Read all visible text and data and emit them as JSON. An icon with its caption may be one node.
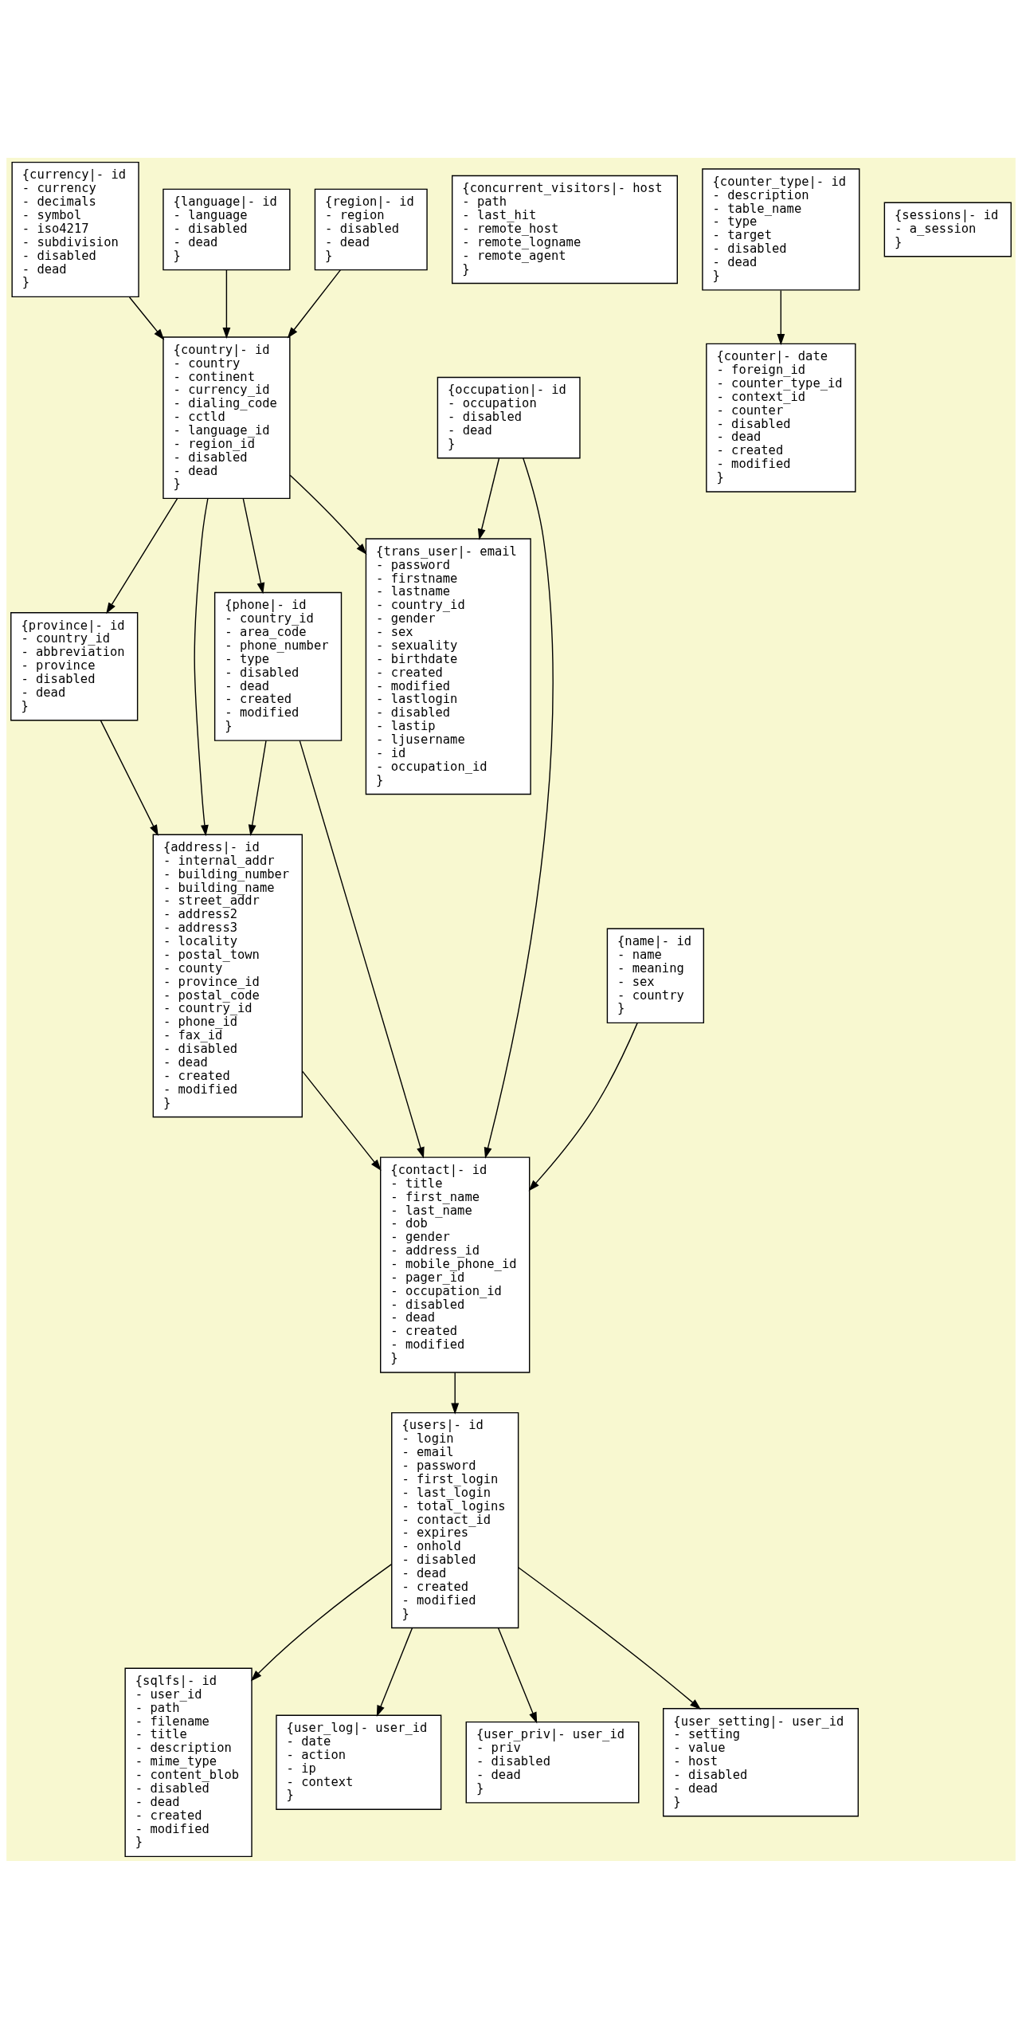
{
  "diagram": {
    "nodes": [
      {
        "text": [
          "{currency|- id",
          "- currency",
          "- decimals",
          "- symbol",
          "- iso4217",
          "- subdivision",
          "- disabled",
          "- dead",
          "}"
        ]
      },
      {
        "text": [
          "{language|- id",
          "- language",
          "- disabled",
          "- dead",
          "}"
        ]
      },
      {
        "text": [
          "{region|- id",
          "- region",
          "- disabled",
          "- dead",
          "}"
        ]
      },
      {
        "text": [
          "{concurrent_visitors|- host",
          "- path",
          "- last_hit",
          "- remote_host",
          "- remote_logname",
          "- remote_agent",
          "}"
        ]
      },
      {
        "text": [
          "{counter_type|- id",
          "- description",
          "- table_name",
          "- type",
          "- target",
          "- disabled",
          "- dead",
          "}"
        ]
      },
      {
        "text": [
          "{sessions|- id",
          "- a_session",
          "}"
        ]
      },
      {
        "text": [
          "{country|- id",
          "- country",
          "- continent",
          "- currency_id",
          "- dialing_code",
          "- cctld",
          "- language_id",
          "- region_id",
          "- disabled",
          "- dead",
          "}"
        ]
      },
      {
        "text": [
          "{counter|- date",
          "- foreign_id",
          "- counter_type_id",
          "- context_id",
          "- counter",
          "- disabled",
          "- dead",
          "- created",
          "- modified",
          "}"
        ]
      },
      {
        "text": [
          "{occupation|- id",
          "- occupation",
          "- disabled",
          "- dead",
          "}"
        ]
      },
      {
        "text": [
          "{trans_user|- email",
          "- password",
          "- firstname",
          "- lastname",
          "- country_id",
          "- gender",
          "- sex",
          "- sexuality",
          "- birthdate",
          "- created",
          "- modified",
          "- lastlogin",
          "- disabled",
          "- lastip",
          "- ljusername",
          "- id",
          "- occupation_id",
          "}"
        ]
      },
      {
        "text": [
          "{province|- id",
          "- country_id",
          "- abbreviation",
          "- province",
          "- disabled",
          "- dead",
          "}"
        ]
      },
      {
        "text": [
          "{phone|- id",
          "- country_id",
          "- area_code",
          "- phone_number",
          "- type",
          "- disabled",
          "- dead",
          "- created",
          "- modified",
          "}"
        ]
      },
      {
        "text": [
          "{address|- id",
          "- internal_addr",
          "- building_number",
          "- building_name",
          "- street_addr",
          "- address2",
          "- address3",
          "- locality",
          "- postal_town",
          "- county",
          "- province_id",
          "- postal_code",
          "- country_id",
          "- phone_id",
          "- fax_id",
          "- disabled",
          "- dead",
          "- created",
          "- modified",
          "}"
        ]
      },
      {
        "text": [
          "{name|- id",
          "- name",
          "- meaning",
          "- sex",
          "- country",
          "}"
        ]
      },
      {
        "text": [
          "{contact|- id",
          "- title",
          "- first_name",
          "- last_name",
          "- dob",
          "- gender",
          "- address_id",
          "- mobile_phone_id",
          "- pager_id",
          "- occupation_id",
          "- disabled",
          "- dead",
          "- created",
          "- modified",
          "}"
        ]
      },
      {
        "text": [
          "{users|- id",
          "- login",
          "- email",
          "- password",
          "- first_login",
          "- last_login",
          "- total_logins",
          "- contact_id",
          "- expires",
          "- onhold",
          "- disabled",
          "- dead",
          "- created",
          "- modified",
          "}"
        ]
      },
      {
        "text": [
          "{sqlfs|- id",
          "- user_id",
          "- path",
          "- filename",
          "- title",
          "- description",
          "- mime_type",
          "- content_blob",
          "- disabled",
          "- dead",
          "- created",
          "- modified",
          "}"
        ]
      },
      {
        "text": [
          "{user_log|- user_id",
          "- date",
          "- action",
          "- ip",
          "- context",
          "}"
        ]
      },
      {
        "text": [
          "{user_priv|- user_id",
          "- priv",
          "- disabled",
          "- dead",
          "}"
        ]
      },
      {
        "text": [
          "{user_setting|- user_id",
          "- setting",
          "- value",
          "- host",
          "- disabled",
          "- dead",
          "}"
        ]
      }
    ],
    "edges": [
      {
        "from": 0,
        "to": 6,
        "arrow": "to"
      },
      {
        "from": 1,
        "to": 6,
        "arrow": "to"
      },
      {
        "from": 2,
        "to": 6,
        "arrow": "to"
      },
      {
        "from": 4,
        "to": 7,
        "arrow": "to"
      },
      {
        "from": 8,
        "to": 9,
        "arrow": "to"
      },
      {
        "from": 8,
        "to": 14,
        "arrow": "to"
      },
      {
        "from": 6,
        "to": 9,
        "arrow": "to"
      },
      {
        "from": 6,
        "to": 12,
        "arrow": "to"
      },
      {
        "from": 6,
        "to": 10,
        "arrow": "to"
      },
      {
        "from": 6,
        "to": 11,
        "arrow": "to"
      },
      {
        "from": 10,
        "to": 12,
        "arrow": "to"
      },
      {
        "from": 11,
        "to": 12,
        "arrow": "to"
      },
      {
        "from": 11,
        "to": 14,
        "arrow": "to"
      },
      {
        "from": 13,
        "to": 14,
        "arrow": "to"
      },
      {
        "from": 12,
        "to": 14,
        "arrow": "to"
      },
      {
        "from": 14,
        "to": 15,
        "arrow": "to"
      },
      {
        "from": 15,
        "to": 16,
        "arrow": "to"
      },
      {
        "from": 15,
        "to": 17,
        "arrow": "to"
      },
      {
        "from": 15,
        "to": 18,
        "arrow": "to"
      },
      {
        "from": 15,
        "to": 19,
        "arrow": "to"
      }
    ]
  }
}
